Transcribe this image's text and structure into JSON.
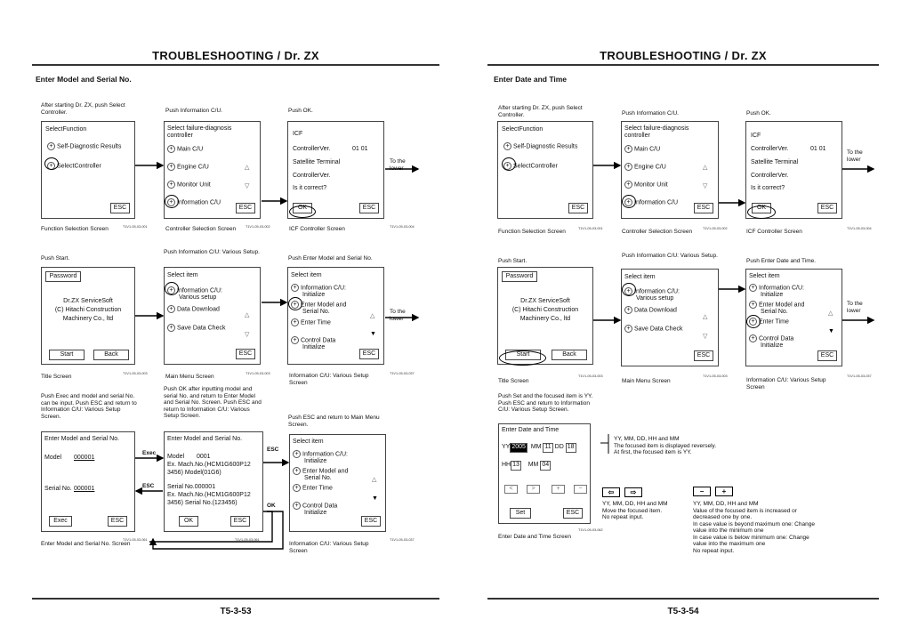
{
  "left": {
    "title": "TROUBLESHOOTING / Dr. ZX",
    "section": "Enter Model and Serial No.",
    "page_num": "T5-3-53",
    "r1": {
      "c1": {
        "cap": "After starting Dr. ZX, push Select Controller.",
        "title": "SelectFunction",
        "i1": "Self-Diagnostic Results",
        "i2": "SelectController",
        "esc": "ESC",
        "foot": "Function Selection Screen",
        "code": "T1V1-05-03-001"
      },
      "c2": {
        "cap": "Push Information C/U.",
        "title": "Select failure-diagnosis controller",
        "i1": "Main C/U",
        "i2": "Engine C/U",
        "i3": "Monitor Unit",
        "i4": "Information C/U",
        "esc": "ESC",
        "foot": "Controller Selection Screen",
        "code": "T1V1-05-03-002"
      },
      "c3": {
        "cap": "Push OK.",
        "l1": "ICF",
        "l2": "ControllerVer.",
        "l2v": "01 01",
        "l3": "Satellite Terminal",
        "l4": "ControllerVer.",
        "l5": "Is it correct?",
        "ok": "OK",
        "esc": "ESC",
        "foot": "ICF Controller Screen",
        "code": "T1V1-05-03-004",
        "side": "To the lower"
      }
    },
    "r2": {
      "c1": {
        "cap": "Push Start.",
        "pwd": "Password",
        "l1": "Dr.ZX ServiceSoft",
        "l2": "(C) Hitachi Construction",
        "l3": "Machinery Co., ltd",
        "start": "Start",
        "back": "Back",
        "foot": "Title Screen",
        "code": "T1V1-05-03-003"
      },
      "c2": {
        "cap": "Push Information C/U: Various Setup.",
        "title": "Select item",
        "i1": "Information C/U:",
        "i1b": "Various setup",
        "i2": "Data Download",
        "i3": "Save Data Check",
        "esc": "ESC",
        "foot": "Main Menu Screen",
        "code": "T1V1-05-03-003"
      },
      "c3": {
        "cap": "Push Enter Model and Serial No.",
        "title": "Select item",
        "i1": "Information C/U:",
        "i1b": "Initialize",
        "i2": "Enter Model and",
        "i2b": "Serial No.",
        "i3": "Enter Time",
        "i4": "Control Data",
        "i4b": "Initialize",
        "esc": "ESC",
        "foot": "Information C/U: Various Setup Screen",
        "code": "T1V1-05-03-037",
        "side": "To the lower"
      }
    },
    "r3": {
      "c1": {
        "cap": "Push Exec and model and serial No. can be input. Push ESC and return to Information C/U: Various Setup Screen.",
        "title": "Enter Model and Serial No.",
        "model": "Model",
        "model_v": "000001",
        "serial": "Serial No.",
        "serial_v": "000001",
        "exec": "Exec",
        "esc": "ESC",
        "foot": "Enter Model and Serial No. Screen",
        "code": "T1V1-05-03-061"
      },
      "c2": {
        "cap": "Push OK after inputting model and serial No. and return to Enter Model and Serial No. Screen. Push ESC and return to Information C/U: Various Setup Screen.",
        "title": "Enter Model and Serial No.",
        "l1": "Model",
        "l1v": "0001",
        "l2": "Ex. Mach.No.(HCM1G600P12",
        "l3": "3456) Model(01G6)",
        "l4": "Serial No.000001",
        "l5": "Ex. Mach.No.(HCM1G600P12",
        "l6": "3456) Serial No.(123456)",
        "ok": "OK",
        "esc": "ESC",
        "code": "T1V1-05-03-061"
      },
      "c3": {
        "cap": "Push ESC and return to Main Menu Screen.",
        "title": "Select item",
        "i1": "Information C/U:",
        "i1b": "Initialize",
        "i2": "Enter Model and",
        "i2b": "Serial No.",
        "i3": "Enter Time",
        "i4": "Control Data",
        "i4b": "Initialize",
        "esc": "ESC",
        "foot": "Information C/U: Various Setup Screen",
        "code": "T1V1-05-03-037"
      },
      "arrow_exec": "Exec",
      "arrow_esc1": "ESC",
      "arrow_esc2": "ESC",
      "arrow_ok": "OK"
    }
  },
  "right": {
    "title": "TROUBLESHOOTING / Dr. ZX",
    "section": "Enter Date and Time",
    "page_num": "T5-3-54",
    "r1": {
      "c1": {
        "cap": "After starting Dr. ZX, push Select Controller.",
        "title": "SelectFunction",
        "i1": "Self-Diagnostic Results",
        "i2": "SelectController",
        "esc": "ESC",
        "foot": "Function Selection Screen",
        "code": "T1V1-05-03-001"
      },
      "c2": {
        "cap": "Push Information C/U.",
        "title": "Select failure-diagnosis controller",
        "i1": "Main C/U",
        "i2": "Engine C/U",
        "i3": "Monitor Unit",
        "i4": "Information C/U",
        "esc": "ESC",
        "foot": "Controller Selection Screen",
        "code": "T1V1-05-03-002"
      },
      "c3": {
        "cap": "Push OK.",
        "l1": "ICF",
        "l2": "ControllerVer.",
        "l2v": "01 01",
        "l3": "Satellite Terminal",
        "l4": "ControllerVer.",
        "l5": "Is it correct?",
        "ok": "OK",
        "esc": "ESC",
        "foot": "ICF Controller Screen",
        "code": "T1V1-05-03-004",
        "side": "To the lower"
      }
    },
    "r2": {
      "c1": {
        "cap": "Push Start.",
        "pwd": "Password",
        "l1": "Dr.ZX ServiceSoft",
        "l2": "(C) Hitachi Construction",
        "l3": "Machinery Co., ltd",
        "start": "Start",
        "back": "Back",
        "foot": "Title Screen",
        "code": "T1V1-05-03-003"
      },
      "c2": {
        "cap": "Push Information C/U: Various Setup.",
        "title": "Select item",
        "i1": "Information C/U:",
        "i1b": "Various setup",
        "i2": "Data Download",
        "i3": "Save Data Check",
        "esc": "ESC",
        "foot": "Main Menu Screen",
        "code": "T1V1-05-03-003"
      },
      "c3": {
        "cap": "Push Enter Date and Time.",
        "title": "Select item",
        "i1": "Information C/U:",
        "i1b": "Initialize",
        "i2": "Enter Model and",
        "i2b": "Serial No.",
        "i3": "Enter Time",
        "i4": "Control Data",
        "i4b": "Initialize",
        "esc": "ESC",
        "foot": "Information C/U: Various Setup Screen",
        "code": "T1V1-05-03-037",
        "side": "To the lower"
      }
    },
    "r3": {
      "cap": "Push Set and the focused item is YY. Push ESC and return to Information C/U: Various Setup Screen.",
      "title": "Enter Date and Time",
      "yy": "YY",
      "yy_v": "2005",
      "mm": "MM",
      "mm_v": "11",
      "dd": "DD",
      "dd_v": "18",
      "hh": "HH",
      "hh_v": "13",
      "mi": "MM",
      "mi_v": "04",
      "set": "Set",
      "esc": "ESC",
      "foot": "Enter Date and Time Screen",
      "code": "T1V1-05-03-062",
      "note1a": "YY, MM, DD, HH and MM",
      "note1b": "The focused item is displayed reversely.",
      "note1c": "At first, the focused item is YY.",
      "arrow_left": "<-",
      "arrow_right": "->",
      "note2a": "YY, MM, DD, HH and MM",
      "note2b": "Move the focused item.",
      "note2c": "No repeat input.",
      "minus": "−",
      "plus": "+",
      "note3a": "YY, MM, DD, HH and MM",
      "note3b": "Value of the focused item is increased or",
      "note3c": "decreased one by one.",
      "note3d": "In case value is beyond maximum one: Change",
      "note3e": "value into the minimum one",
      "note3f": "In case value is below minimum one: Change",
      "note3g": "value into the maximum one",
      "note3h": "No repeat input."
    }
  }
}
